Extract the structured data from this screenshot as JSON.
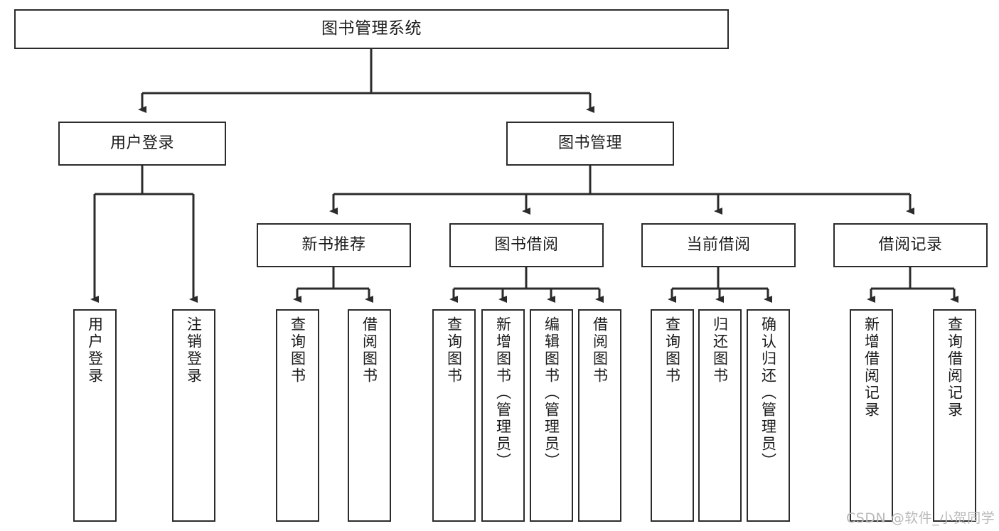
{
  "diagram": {
    "title": "图书管理系统",
    "watermark": "CSDN @软件_小贺同学",
    "colors": {
      "box_border": "#2b2b2b",
      "box_fill": "#ffffff",
      "edge": "#2b2b2b",
      "text": "#1c1c1c",
      "watermark": "#b9b9b9",
      "background": "#ffffff"
    },
    "nodes": {
      "root": {
        "label": "图书管理系统"
      },
      "level2": [
        {
          "label": "用户登录"
        },
        {
          "label": "图书管理"
        }
      ],
      "level3": [
        {
          "label": "新书推荐"
        },
        {
          "label": "图书借阅"
        },
        {
          "label": "当前借阅"
        },
        {
          "label": "借阅记录"
        }
      ],
      "leaves": {
        "user_login": [
          {
            "label": "用户登录"
          },
          {
            "label": "注销登录"
          }
        ],
        "new_book_recommend": [
          {
            "label": "查询图书"
          },
          {
            "label": "借阅图书"
          }
        ],
        "book_borrow": [
          {
            "label": "查询图书"
          },
          {
            "label": "新增图书（管理员）"
          },
          {
            "label": "编辑图书（管理员）"
          },
          {
            "label": "借阅图书"
          }
        ],
        "current_borrow": [
          {
            "label": "查询图书"
          },
          {
            "label": "归还图书"
          },
          {
            "label": "确认归还（管理员）"
          }
        ],
        "borrow_record": [
          {
            "label": "新增借阅记录"
          },
          {
            "label": "查询借阅记录"
          }
        ]
      }
    }
  }
}
